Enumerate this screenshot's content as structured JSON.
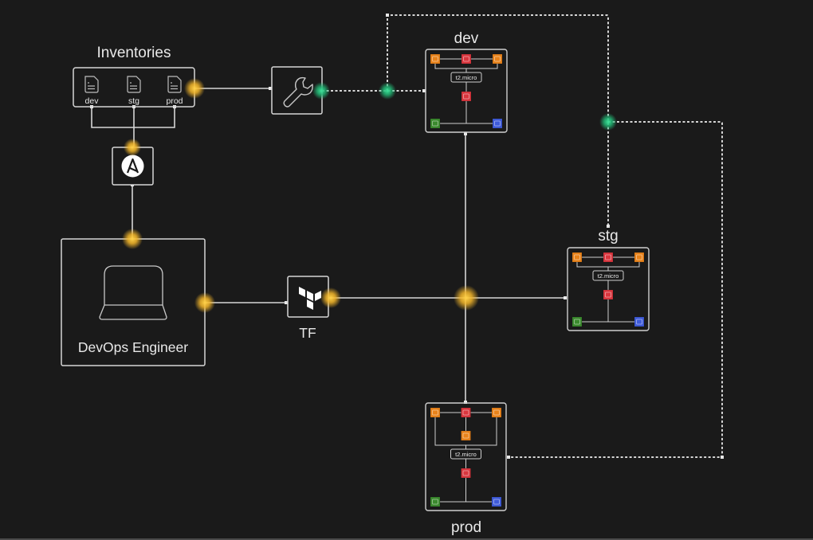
{
  "diagram": {
    "inventories": {
      "title": "Inventories",
      "files": [
        "dev",
        "stg",
        "prod"
      ]
    },
    "ansible": {
      "label": "",
      "icon": "ansible-icon"
    },
    "engineer": {
      "label": "DevOps Engineer",
      "icon": "laptop-icon"
    },
    "config_tool": {
      "icon": "wrench-icon"
    },
    "terraform": {
      "label": "TF",
      "icon": "terraform-icon"
    },
    "environments": [
      {
        "id": "dev",
        "label": "dev",
        "instance_type": "t2.micro"
      },
      {
        "id": "stg",
        "label": "stg",
        "instance_type": "t2.micro"
      },
      {
        "id": "prod",
        "label": "prod",
        "instance_type": "t2.micro"
      }
    ],
    "colors": {
      "background": "#1a1a1a",
      "line": "#d9d9d9",
      "glow_yellow": "#f5c542",
      "glow_green": "#2ec27e",
      "aws_orange": "#e8821a",
      "aws_red": "#d9363e",
      "aws_green": "#3b8a2e",
      "aws_blue": "#3f5bd9"
    }
  }
}
